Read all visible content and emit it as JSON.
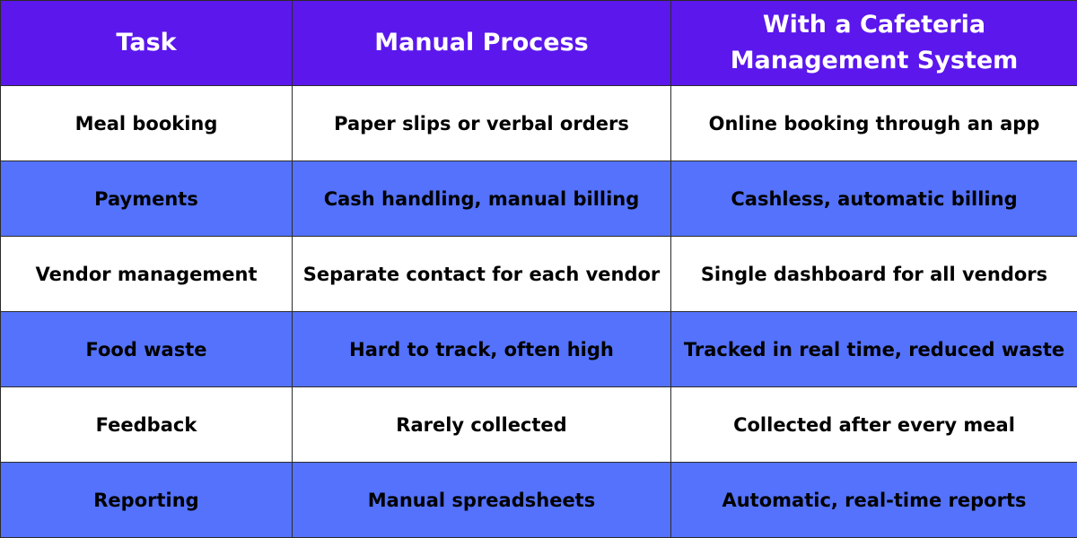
{
  "colors": {
    "header_bg": "#5b17ec",
    "header_text": "#ffffff",
    "row_alt_bg": "#5472fb",
    "row_bg": "#ffffff",
    "cell_text": "#000000"
  },
  "table": {
    "headers": [
      "Task",
      "Manual Process",
      "With a Cafeteria Management System"
    ],
    "rows": [
      [
        "Meal booking",
        "Paper slips or verbal orders",
        "Online booking through an app"
      ],
      [
        "Payments",
        "Cash handling, manual billing",
        "Cashless, automatic billing"
      ],
      [
        "Vendor management",
        "Separate contact for each vendor",
        "Single dashboard for all vendors"
      ],
      [
        "Food waste",
        "Hard to track, often high",
        "Tracked in real time, reduced waste"
      ],
      [
        "Feedback",
        "Rarely collected",
        "Collected after every meal"
      ],
      [
        "Reporting",
        "Manual spreadsheets",
        "Automatic, real-time reports"
      ]
    ]
  }
}
